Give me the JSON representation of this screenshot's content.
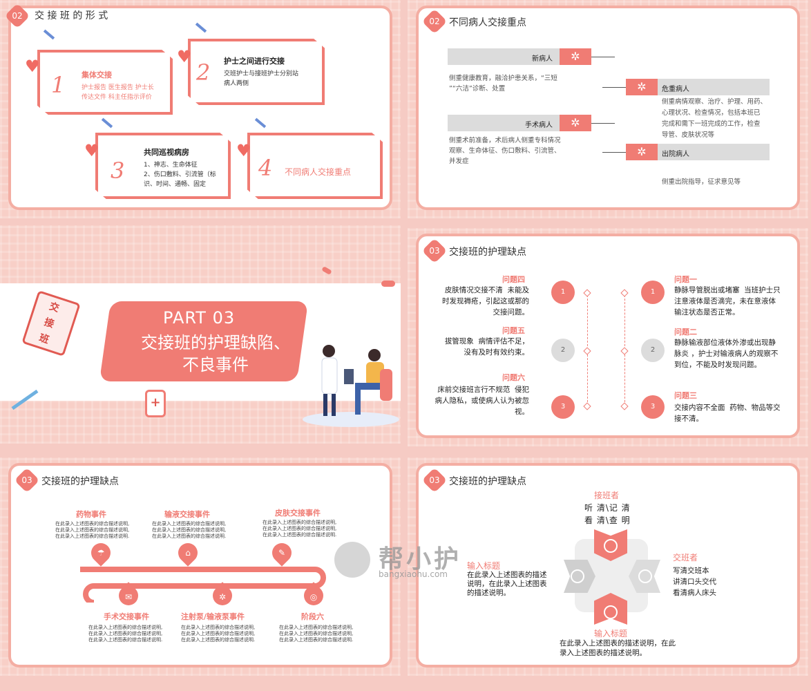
{
  "s1": {
    "num": "02",
    "title": "交 接 班 的 形 式",
    "items": [
      {
        "n": "1",
        "title": "集体交接",
        "desc": "护士报告 医生报告 护士长\n传达文件 科主任指示评价"
      },
      {
        "n": "2",
        "title": "护士之间进行交接",
        "desc": "交班护士与接班护士分别站\n病人两侧"
      },
      {
        "n": "3",
        "title": "共同巡视病房",
        "desc": "1、神志、生命体征\n2、伤口敷料、引流管（标\n识、时间、通畅、固定"
      },
      {
        "n": "4",
        "title": "不同病人交接重点",
        "desc": ""
      }
    ]
  },
  "s2": {
    "num": "02",
    "title": "不同病人交接重点",
    "items": [
      {
        "label": "新病人",
        "desc": "侧重健康教育，融洽护患关系，“三短\n”“六洁”诊断、处置"
      },
      {
        "label": "危重病人",
        "desc": "侧重病情观察、治疗、护理、用药、\n心理状况、检查情况，包括本班已\n完成和需下一班完成的工作，检查\n导管、皮肤状况等"
      },
      {
        "label": "手术病人",
        "desc": "侧重术前准备，术后病人侧重专科情况\n观察、生命体征、伤口敷料、引流管、\n并发症"
      },
      {
        "label": "出院病人",
        "desc": "侧重出院指导，征求意见等"
      }
    ]
  },
  "s3": {
    "part": "PART 03",
    "title": "交接班的护理缺陷、\n不良事件",
    "stamp": "交\n接\n班"
  },
  "s4": {
    "num": "03",
    "title": "交接班的护理缺点",
    "left": [
      {
        "n": "1",
        "title": "问题四",
        "desc": "皮肤情况交接不清  未能及\n时发现褥疮，引起这或那的\n交接问题。"
      },
      {
        "n": "2",
        "title": "问题五",
        "desc": "拔管现象  病情评估不足，\n没有及时有效约束。"
      },
      {
        "n": "3",
        "title": "问题六",
        "desc": "床前交接班言行不规范  侵犯\n病人隐私，或使病人认为被忽\n视。"
      }
    ],
    "right": [
      {
        "n": "1",
        "title": "问题一",
        "desc": "静脉导管脱出或堵塞  当班护士只\n注意液体是否滴完，未在意液体\n输注状态是否正常。"
      },
      {
        "n": "2",
        "title": "问题二",
        "desc": "静脉输液部位液体外渗或出现静\n脉炎 ，护士对输液病人的观察不\n到位，不能及时发现问题。"
      },
      {
        "n": "3",
        "title": "问题三",
        "desc": "交接内容不全面  药物、物品等交\n接不清。"
      }
    ]
  },
  "s5": {
    "num": "03",
    "title": "交接班的护理缺点",
    "desc": "在此录入上述图表的综合描述说明,\n在此录入上述图表的综合描述说明,\n在此录入上述图表的综合描述说明.",
    "top": [
      {
        "title": "药物事件",
        "icon": "☂"
      },
      {
        "title": "输液交接事件",
        "icon": "⌂"
      },
      {
        "title": "皮肤交接事件",
        "icon": "✎"
      }
    ],
    "bottom": [
      {
        "title": "手术交接事件",
        "icon": "✉"
      },
      {
        "title": "注射泵/输液泵事件",
        "icon": "✲"
      },
      {
        "title": "阶段六",
        "icon": "◎"
      }
    ]
  },
  "s6": {
    "num": "03",
    "title": "交接班的护理缺点",
    "top_title": "接班者",
    "top_desc": "听 清\\记 清\n看 清\\查 明",
    "right_title": "交班者",
    "right_desc": "写清交班本\n讲清口头交代\n看清病人床头",
    "left_title": "输入标题",
    "left_desc": "在此录入上述图表的描述\n说明，在此录入上述图表\n的描述说明。",
    "bottom_title": "输入标题",
    "bottom_desc": "在此录入上述图表的描述说明，在此\n录入上述图表的描述说明。"
  },
  "watermark": {
    "cn": "帮小护",
    "en": "bangxiaohu.com"
  },
  "colors": {
    "accent": "#f07c74",
    "bg": "#f8cfc7",
    "gray": "#dcdcdc"
  }
}
